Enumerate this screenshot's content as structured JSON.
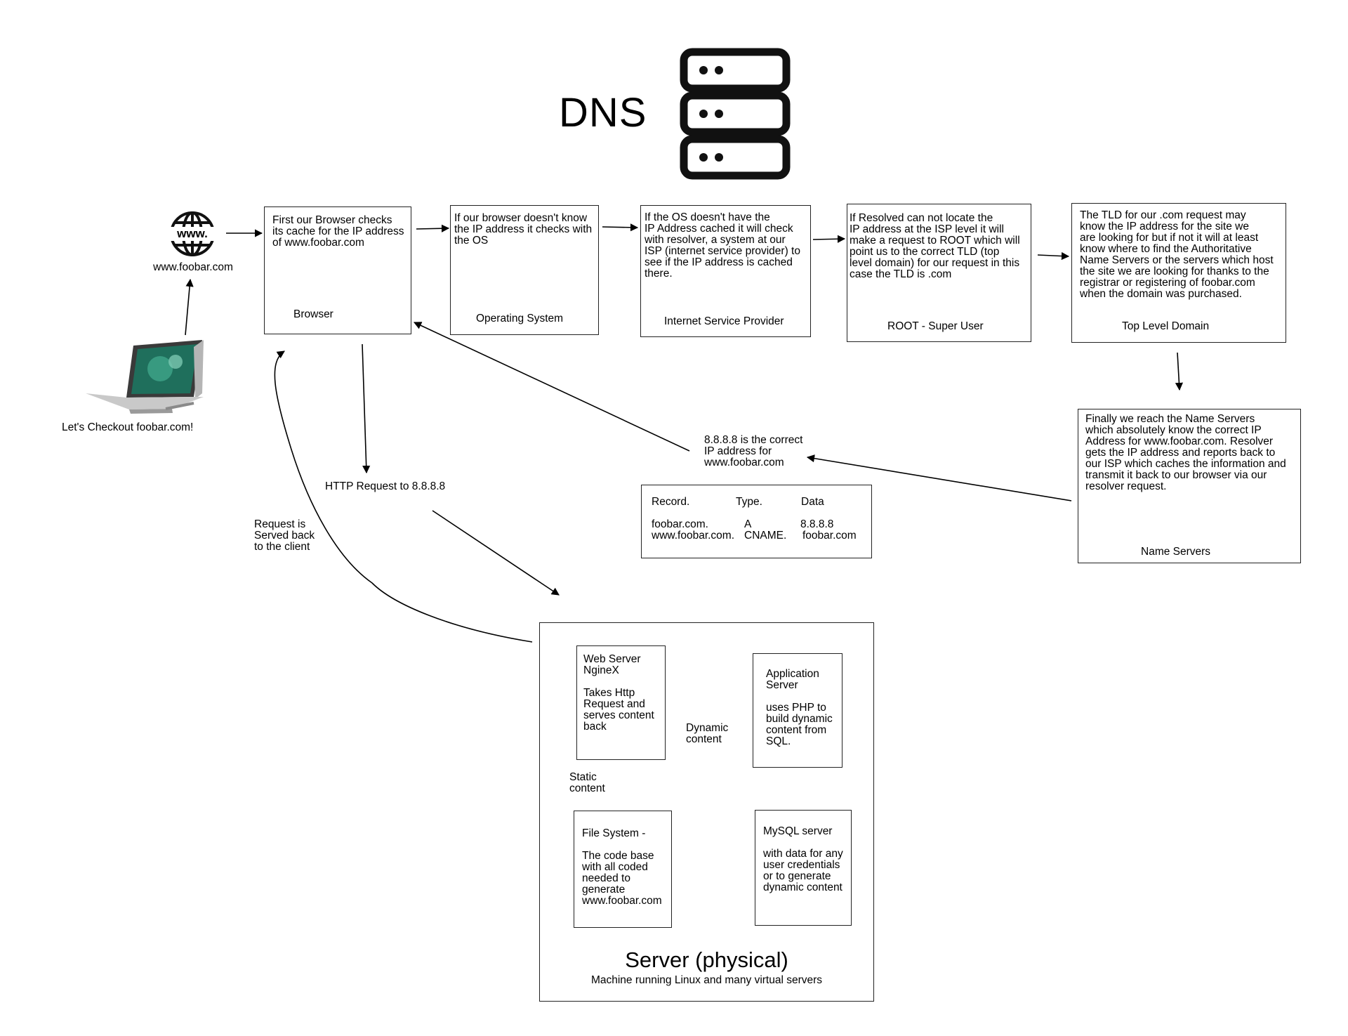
{
  "title": "DNS",
  "user": {
    "caption": "Let's Checkout foobar.com!"
  },
  "www": {
    "icon_text": "www.",
    "caption": "www.foobar.com"
  },
  "steps": {
    "browser": {
      "text": "First our Browser checks\nits cache for the IP address\nof www.foobar.com",
      "label": "Browser"
    },
    "os": {
      "text": "If our browser doesn't know\nthe IP address it checks with\nthe OS",
      "label": "Operating System"
    },
    "isp": {
      "text": "If the OS doesn't have the\nIP Address cached it will check\nwith resolver, a system at our\nISP (internet service provider) to\nsee if the IP address is cached\nthere.",
      "label": "Internet Service Provider"
    },
    "root": {
      "text": "If Resolved can not locate the\nIP address at the ISP level it will\nmake a request to ROOT which will\npoint us to the correct TLD (top\nlevel domain) for our request in this\ncase the TLD is .com",
      "label": "ROOT - Super User"
    },
    "tld": {
      "text": "The TLD for our .com request may\nknow the IP address for the site we\nare looking for but if not it will at least\nknow where to find the Authoritative\nName Servers or the servers which host\nthe site we are looking for thanks to the\nregistrar or registering of foobar.com\nwhen the domain was purchased.",
      "label": "Top Level Domain"
    },
    "ns": {
      "text": "Finally we reach the Name Servers\nwhich absolutely know the correct IP\nAddress for www.foobar.com. Resolver\ngets the IP address and reports back to\nour ISP which caches the information and\ntransmit it back to our browser via our\nresolver request.",
      "label": "Name Servers"
    }
  },
  "answer": {
    "text": "8.8.8.8 is the correct\nIP address for\nwww.foobar.com"
  },
  "records": {
    "headers": [
      "Record.",
      "Type.",
      "Data"
    ],
    "rows": [
      [
        "foobar.com.",
        "A",
        "8.8.8.8"
      ],
      [
        "www.foobar.com.",
        "CNAME.",
        "foobar.com"
      ]
    ]
  },
  "http_request": "HTTP Request to 8.8.8.8",
  "served_back": "Request is\nServed back\nto the client",
  "server": {
    "title": "Server (physical)",
    "subtitle": "Machine running Linux and many virtual servers",
    "web": {
      "text": "Web Server\nNgineX\n\nTakes Http\nRequest and\nserves content\nback"
    },
    "app": {
      "text": "Application\nServer\n\nuses PHP to\nbuild dynamic\ncontent from\nSQL."
    },
    "fs": {
      "text": "File System -\n\nThe code base\nwith all coded\nneeded to\ngenerate\nwww.foobar.com"
    },
    "mysql": {
      "text": "MySQL server\n\nwith data for any\nuser credentials\nor to generate\ndynamic content"
    },
    "dynamic_label": "Dynamic\ncontent",
    "static_label": "Static\ncontent"
  }
}
